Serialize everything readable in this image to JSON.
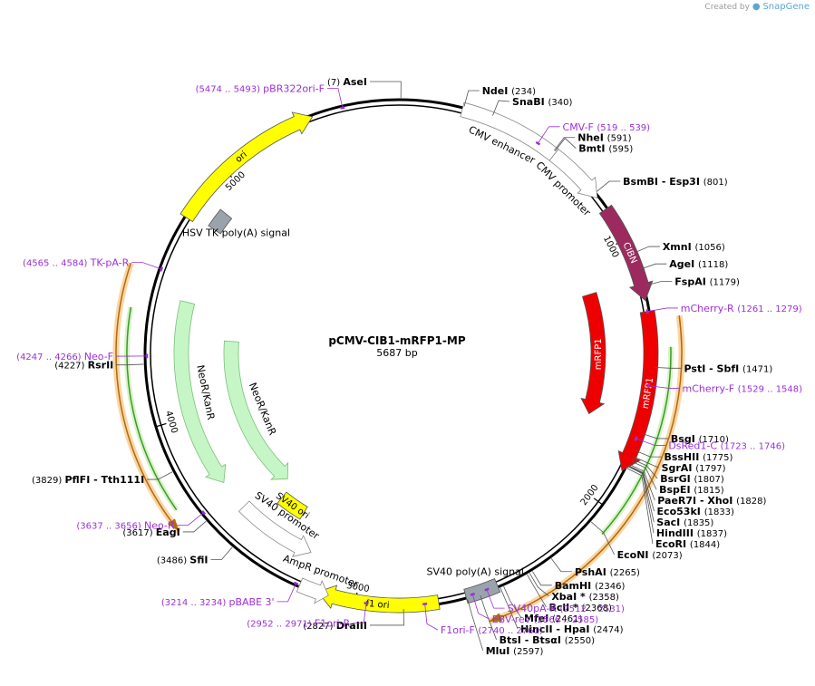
{
  "credit": {
    "created_by": "Created by",
    "brand": "SnapGene"
  },
  "plasmid": {
    "name": "pCMV-CIB1-mRFP1-MP",
    "size": "5687 bp",
    "length": 5687
  },
  "ticks": [
    {
      "pos": 1000,
      "label": "1000"
    },
    {
      "pos": 2000,
      "label": "2000"
    },
    {
      "pos": 3000,
      "label": "3000"
    },
    {
      "pos": 4000,
      "label": "4000"
    },
    {
      "pos": 5000,
      "label": "5000"
    }
  ],
  "sites": [
    {
      "name": "AseI",
      "pos": "(7)",
      "p": 7,
      "side": "left"
    },
    {
      "name": "NdeI",
      "pos": "(234)",
      "p": 234
    },
    {
      "name": "SnaBI",
      "pos": "(340)",
      "p": 340
    },
    {
      "name": "NheI",
      "pos": "(591)",
      "p": 591
    },
    {
      "name": "BmtI",
      "pos": "(595)",
      "p": 595
    },
    {
      "name": "BsmBI  - Esp3I",
      "pos": "(801)",
      "p": 801
    },
    {
      "name": "XmnI",
      "pos": "(1056)",
      "p": 1056
    },
    {
      "name": "AgeI",
      "pos": "(1118)",
      "p": 1118
    },
    {
      "name": "FspAI",
      "pos": "(1179)",
      "p": 1179
    },
    {
      "name": "PstI  - SbfI",
      "pos": "(1471)",
      "p": 1471
    },
    {
      "name": "BsgI",
      "pos": "(1710)",
      "p": 1710
    },
    {
      "name": "BssHII",
      "pos": "(1775)",
      "p": 1775
    },
    {
      "name": "SgrAI",
      "pos": "(1797)",
      "p": 1797
    },
    {
      "name": "BsrGI",
      "pos": "(1807)",
      "p": 1807
    },
    {
      "name": "BspEI",
      "pos": "(1815)",
      "p": 1815
    },
    {
      "name": "PaeR7I  - XhoI",
      "pos": "(1828)",
      "p": 1828
    },
    {
      "name": "Eco53kI",
      "pos": "(1833)",
      "p": 1833
    },
    {
      "name": "SacI",
      "pos": "(1835)",
      "p": 1835
    },
    {
      "name": "HindIII",
      "pos": "(1837)",
      "p": 1837
    },
    {
      "name": "EcoRI",
      "pos": "(1844)",
      "p": 1844
    },
    {
      "name": "EcoNI",
      "pos": "(2073)",
      "p": 2073
    },
    {
      "name": "PshAI",
      "pos": "(2265)",
      "p": 2265
    },
    {
      "name": "BamHI",
      "pos": "(2346)",
      "p": 2346
    },
    {
      "name": "XbaI *",
      "pos": "(2358)",
      "p": 2358
    },
    {
      "name": "BclI *",
      "pos": "(2368)",
      "p": 2368
    },
    {
      "name": "MfeI",
      "pos": "(2461)",
      "p": 2461
    },
    {
      "name": "HincII  - HpaI",
      "pos": "(2474)",
      "p": 2474
    },
    {
      "name": "BtsI  - BtsαI",
      "pos": "(2550)",
      "p": 2550
    },
    {
      "name": "MluI",
      "pos": "(2597)",
      "p": 2597
    },
    {
      "name": "DraIII",
      "pos": "(2827)",
      "p": 2827,
      "side": "left"
    },
    {
      "name": "SfiI",
      "pos": "(3486)",
      "p": 3486,
      "side": "left"
    },
    {
      "name": "EagI",
      "pos": "(3617)",
      "p": 3617,
      "side": "left"
    },
    {
      "name": "PflFI  - Tth111I",
      "pos": "(3829)",
      "p": 3829,
      "side": "left"
    },
    {
      "name": "RsrII",
      "pos": "(4227)",
      "p": 4227,
      "side": "left"
    }
  ],
  "primers": [
    {
      "name": "pBR322ori-F",
      "pos": "(5474 .. 5493)",
      "p": 5483,
      "side": "left"
    },
    {
      "name": "CMV-F",
      "pos": "(519 .. 539)",
      "p": 529
    },
    {
      "name": "mCherry-R",
      "pos": "(1261 .. 1279)",
      "p": 1270
    },
    {
      "name": "mCherry-F",
      "pos": "(1529 .. 1548)",
      "p": 1538
    },
    {
      "name": "DsRed1-C",
      "pos": "(1723 .. 1746)",
      "p": 1734
    },
    {
      "name": "SV40pA-R",
      "pos": "(2512 .. 2531)",
      "p": 2521
    },
    {
      "name": "EBV-rev",
      "pos": "(2566 .. 2585)",
      "p": 2575
    },
    {
      "name": "F1ori-F",
      "pos": "(2740 .. 2761)",
      "p": 2750
    },
    {
      "name": "F1ori-R",
      "pos": "(2952 .. 2971)",
      "p": 2961,
      "side": "left"
    },
    {
      "name": "pBABE 3'",
      "pos": "(3214 .. 3234)",
      "p": 3224,
      "side": "left"
    },
    {
      "name": "Neo-R",
      "pos": "(3637 .. 3656)",
      "p": 3646,
      "side": "left"
    },
    {
      "name": "Neo-F",
      "pos": "(4247 .. 4266)",
      "p": 4256,
      "side": "left"
    },
    {
      "name": "TK-pA-R",
      "pos": "(4565 .. 4584)",
      "p": 4574,
      "side": "left"
    }
  ],
  "features": [
    {
      "name": "CMV enhancer",
      "start": 230,
      "end": 600,
      "color": "#ffffff",
      "r": 278,
      "dir": 0
    },
    {
      "name": "CMV promoter",
      "start": 600,
      "end": 820,
      "color": "#ffffff",
      "r": 278,
      "dir": 1
    },
    {
      "name": "CIBN",
      "start": 870,
      "end": 1230,
      "color": "#9c2a5f",
      "r": 278,
      "dir": 1
    },
    {
      "name": "mRFP1",
      "start": 1270,
      "end": 1860,
      "color": "#ee0000",
      "r": 278,
      "dir": 1
    },
    {
      "name": "mRFP1",
      "start": 1150,
      "end": 1700,
      "color": "#ee0000",
      "r": 220,
      "dir": 1
    },
    {
      "name": "SV40 poly(A) signal",
      "start": 2480,
      "end": 2600,
      "color": "#9aa3ab",
      "r": 278,
      "dir": 0
    },
    {
      "name": "f1 ori",
      "start": 2700,
      "end": 3140,
      "color": "#ffff00",
      "r": 278,
      "dir": 1
    },
    {
      "name": "AmpR promoter",
      "start": 3100,
      "end": 3210,
      "color": "#ffffff",
      "r": 278,
      "dir": -1
    },
    {
      "name": "SV40 promoter",
      "start": 3220,
      "end": 3560,
      "color": "#ffffff",
      "r": 240,
      "dir": -1
    },
    {
      "name": "SV40 ori",
      "start": 3330,
      "end": 3460,
      "color": "#ffff00",
      "r": 205,
      "dir": 0
    },
    {
      "name": "NeoR/KanR",
      "start": 3690,
      "end": 4480,
      "color": "#c6f5c6",
      "r": 240,
      "dir": -1
    },
    {
      "name": "NeoR/KanR",
      "start": 3500,
      "end": 4330,
      "color": "#c6f5c6",
      "r": 185,
      "dir": -1
    },
    {
      "name": "HSV TK poly(A) signal",
      "start": 4800,
      "end": 4880,
      "color": "#9aa3ab",
      "r": 245,
      "dir": 0
    },
    {
      "name": "ori",
      "start": 4780,
      "end": 5370,
      "color": "#ffff00",
      "r": 278,
      "dir": 1
    }
  ],
  "orange_arcs": [
    {
      "start": 1300,
      "end": 2550,
      "r": 312,
      "dir": 1
    },
    {
      "start": 3650,
      "end": 4560,
      "r": 312,
      "dir": -1
    }
  ],
  "green_arcs": [
    {
      "start": 1400,
      "end": 2080,
      "r": 300
    },
    {
      "start": 3710,
      "end": 4420,
      "r": 300
    }
  ],
  "colors": {
    "backbone": "#000000",
    "primer": "#9b30d8",
    "orange": "#f7a830",
    "green": "#3a9b23"
  }
}
